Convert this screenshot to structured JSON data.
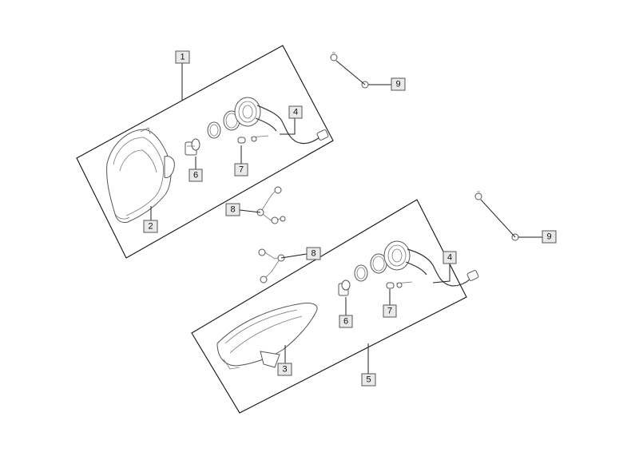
{
  "callouts": {
    "c1": "1",
    "c2": "2",
    "c3": "3",
    "c4_top": "4",
    "c4_bottom": "4",
    "c5": "5",
    "c6_top": "6",
    "c6_bottom": "6",
    "c7_top": "7",
    "c7_bottom": "7",
    "c8_top": "8",
    "c8_bottom": "8",
    "c9_top": "9",
    "c9_bottom": "9"
  }
}
